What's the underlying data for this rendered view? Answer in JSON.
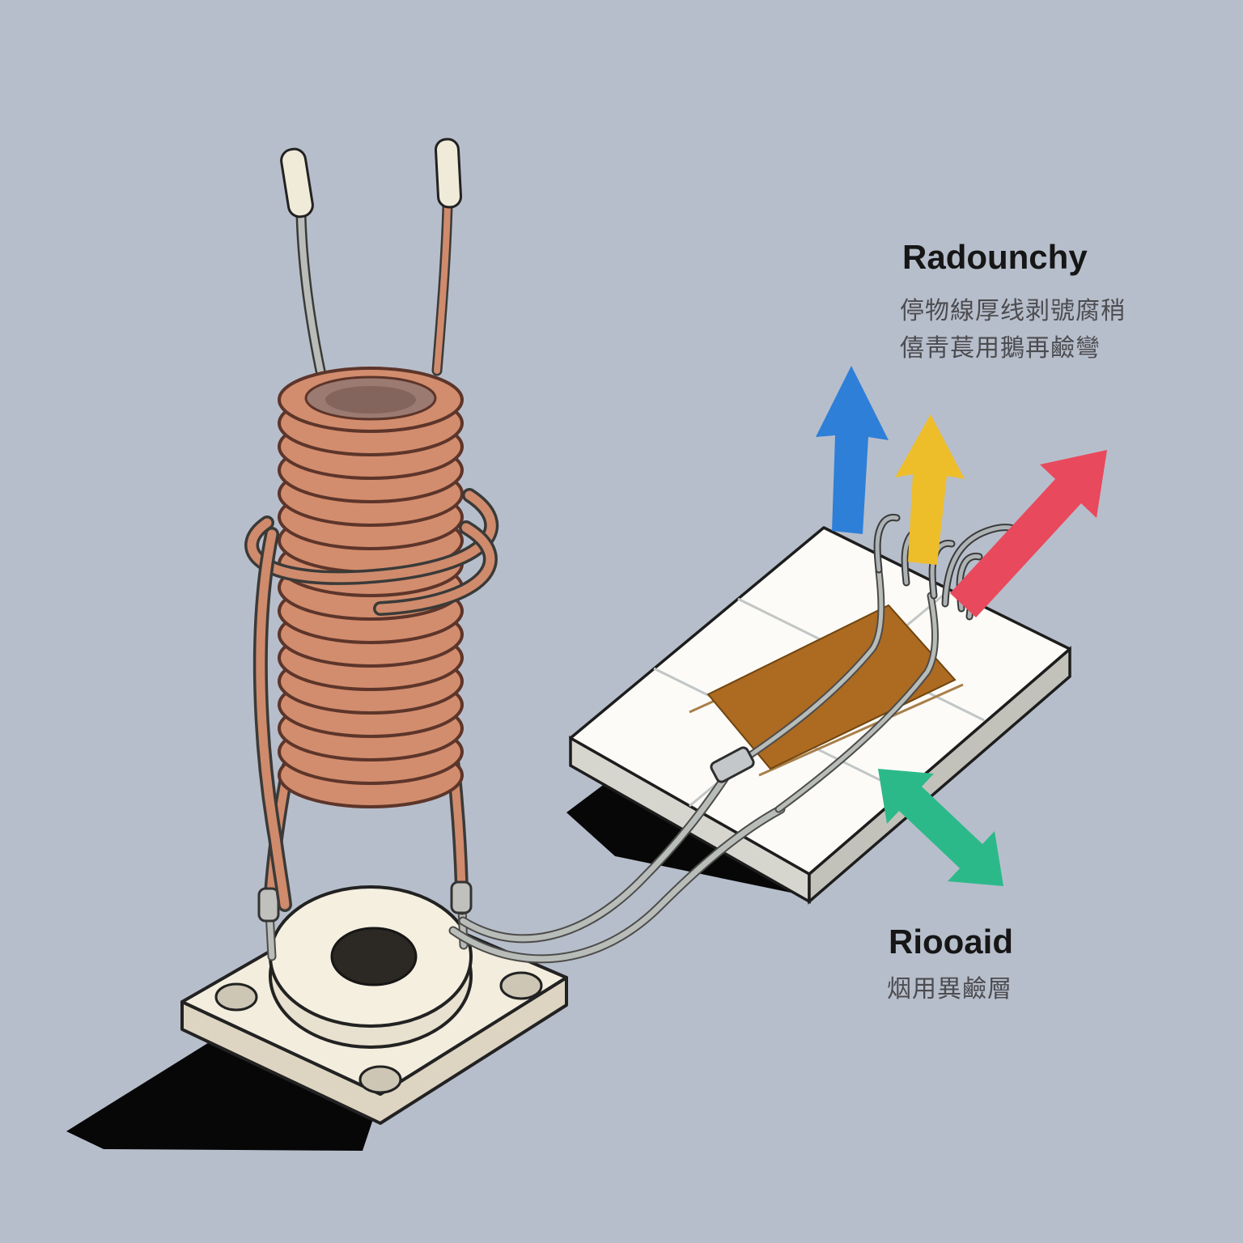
{
  "scene": {
    "background_color": "#b7becb"
  },
  "labels": {
    "emission": {
      "title": "Radounchy",
      "line1": "停物線厚线剥號腐稍",
      "line2": "僖靑萇用鵝再鹼彎"
    },
    "board_label": {
      "title": "Riooaid",
      "line1": "烟用異鹼層"
    }
  },
  "arrows": [
    {
      "name": "arrow-blue",
      "direction": "up",
      "color": "#2e7fd8"
    },
    {
      "name": "arrow-yellow",
      "direction": "up",
      "color": "#eebd2a"
    },
    {
      "name": "arrow-red",
      "direction": "up-right",
      "color": "#e8495c"
    },
    {
      "name": "arrow-green",
      "direction": "down-right",
      "color": "#2cb98a"
    }
  ],
  "colors": {
    "coil_copper": "#d28d6e",
    "coil_outline": "#5d352a",
    "base_cream": "#f3edde",
    "board_white": "#fcfbf7",
    "board_copper": "#ad6a21",
    "wire_gray": "#b9bdb9",
    "shadow": "#070707"
  }
}
